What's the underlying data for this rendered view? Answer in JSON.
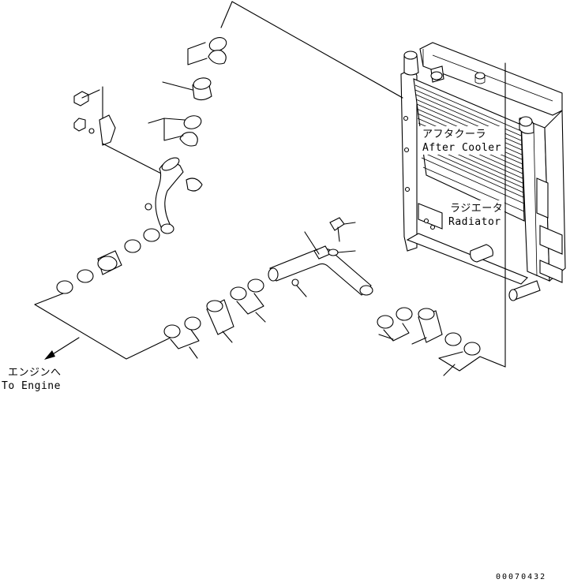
{
  "labels": {
    "aftercooler_jp": "アフタクーラ",
    "aftercooler_en": "After Cooler",
    "radiator_jp": "ラジエータ",
    "radiator_en": "Radiator",
    "engine_jp": "エンジンへ",
    "engine_en": "To Engine"
  },
  "drawing_code": "00070432"
}
